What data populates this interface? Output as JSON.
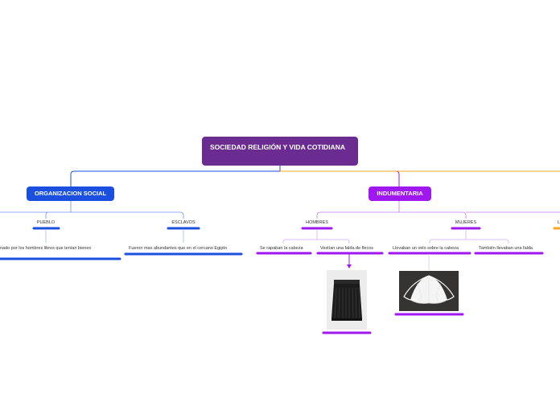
{
  "root": {
    "title": "SOCIEDAD RELIGIÓN Y VIDA COTIDIANA"
  },
  "branches": {
    "organizacion": {
      "label": "ORGANIZACION SOCIAL",
      "pueblo": {
        "label": "PUEBLO",
        "detail": "nado por los hombres libres que tenían bienes"
      },
      "esclavos": {
        "label": "ESCLAVOS",
        "detail": "Fueron mas abundantes que en el cercano Egipto"
      }
    },
    "indumentaria": {
      "label": "INDUMENTARIA",
      "hombres": {
        "label": "HOMBRES",
        "detail1": "Se rapaban la cabeza",
        "detail2": "Vestían una falda de flecos"
      },
      "mujeres": {
        "label": "MUJERES",
        "detail1": "Llevaban un velo sobre la cabeza",
        "detail2": "También llevaban una falda"
      }
    },
    "partial_right": {
      "label": "L"
    }
  },
  "images": {
    "skirt": "fringed-skirt-image",
    "veil": "veil-image"
  },
  "colors": {
    "root": "#6a2c91",
    "blue": "#1a4fe0",
    "purple": "#a018f0",
    "orange": "#f5a623"
  }
}
